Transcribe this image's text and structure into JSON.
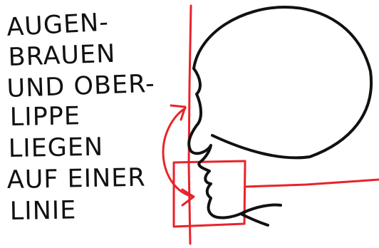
{
  "caption": {
    "lines": [
      "AUGEN-",
      "BRAUEN",
      "UND OBER-",
      "LIPPE",
      "LIEGEN",
      "AUF EINER",
      "LINIE"
    ]
  },
  "colors": {
    "ink": "#111111",
    "accent": "#e8232b",
    "background": "#ffffff"
  }
}
